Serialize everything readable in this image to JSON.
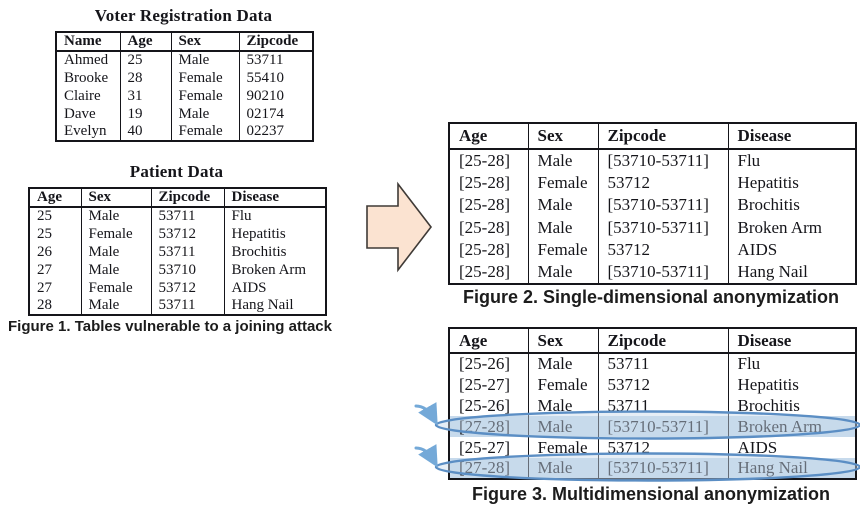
{
  "colors": {
    "background": "#ffffff",
    "ink": "#15151a",
    "caption_text": "#1c1c1c",
    "block_arrow_fill": "#fbe3d1",
    "block_arrow_stroke": "#3f3a36",
    "highlight_fill": "#c7daec",
    "ellipse_stroke": "#5b8ec4",
    "pointer_arrow": "#74a9d8"
  },
  "icons": {
    "transform_arrow": "block-arrow-right-icon",
    "row_pointer": "small-arrow-right-icon",
    "row_highlight": "ellipse-circle-highlight"
  },
  "figure1": {
    "caption": "Figure 1. Tables vulnerable to a joining attack",
    "voter_table": {
      "title": "Voter Registration Data",
      "headers": [
        "Name",
        "Age",
        "Sex",
        "Zipcode"
      ],
      "rows": [
        [
          "Ahmed",
          "25",
          "Male",
          "53711"
        ],
        [
          "Brooke",
          "28",
          "Female",
          "55410"
        ],
        [
          "Claire",
          "31",
          "Female",
          "90210"
        ],
        [
          "Dave",
          "19",
          "Male",
          "02174"
        ],
        [
          "Evelyn",
          "40",
          "Female",
          "02237"
        ]
      ]
    },
    "patient_table": {
      "title": "Patient Data",
      "headers": [
        "Age",
        "Sex",
        "Zipcode",
        "Disease"
      ],
      "rows": [
        [
          "25",
          "Male",
          "53711",
          "Flu"
        ],
        [
          "25",
          "Female",
          "53712",
          "Hepatitis"
        ],
        [
          "26",
          "Male",
          "53711",
          "Brochitis"
        ],
        [
          "27",
          "Male",
          "53710",
          "Broken Arm"
        ],
        [
          "27",
          "Female",
          "53712",
          "AIDS"
        ],
        [
          "28",
          "Male",
          "53711",
          "Hang Nail"
        ]
      ]
    }
  },
  "figure2": {
    "caption": "Figure 2. Single-dimensional anonymization",
    "table": {
      "headers": [
        "Age",
        "Sex",
        "Zipcode",
        "Disease"
      ],
      "rows": [
        [
          "[25-28]",
          "Male",
          "[53710-53711]",
          "Flu"
        ],
        [
          "[25-28]",
          "Female",
          "53712",
          "Hepatitis"
        ],
        [
          "[25-28]",
          "Male",
          "[53710-53711]",
          "Brochitis"
        ],
        [
          "[25-28]",
          "Male",
          "[53710-53711]",
          "Broken Arm"
        ],
        [
          "[25-28]",
          "Female",
          "53712",
          "AIDS"
        ],
        [
          "[25-28]",
          "Male",
          "[53710-53711]",
          "Hang Nail"
        ]
      ]
    }
  },
  "figure3": {
    "caption": "Figure 3. Multidimensional anonymization",
    "table": {
      "headers": [
        "Age",
        "Sex",
        "Zipcode",
        "Disease"
      ],
      "rows": [
        [
          "[25-26]",
          "Male",
          "53711",
          "Flu"
        ],
        [
          "[25-27]",
          "Female",
          "53712",
          "Hepatitis"
        ],
        [
          "[25-26]",
          "Male",
          "53711",
          "Brochitis"
        ],
        [
          "[27-28]",
          "Male",
          "[53710-53711]",
          "Broken Arm"
        ],
        [
          "[25-27]",
          "Female",
          "53712",
          "AIDS"
        ],
        [
          "[27-28]",
          "Male",
          "[53710-53711]",
          "Hang Nail"
        ]
      ],
      "highlighted_rows": [
        3,
        5
      ]
    }
  }
}
